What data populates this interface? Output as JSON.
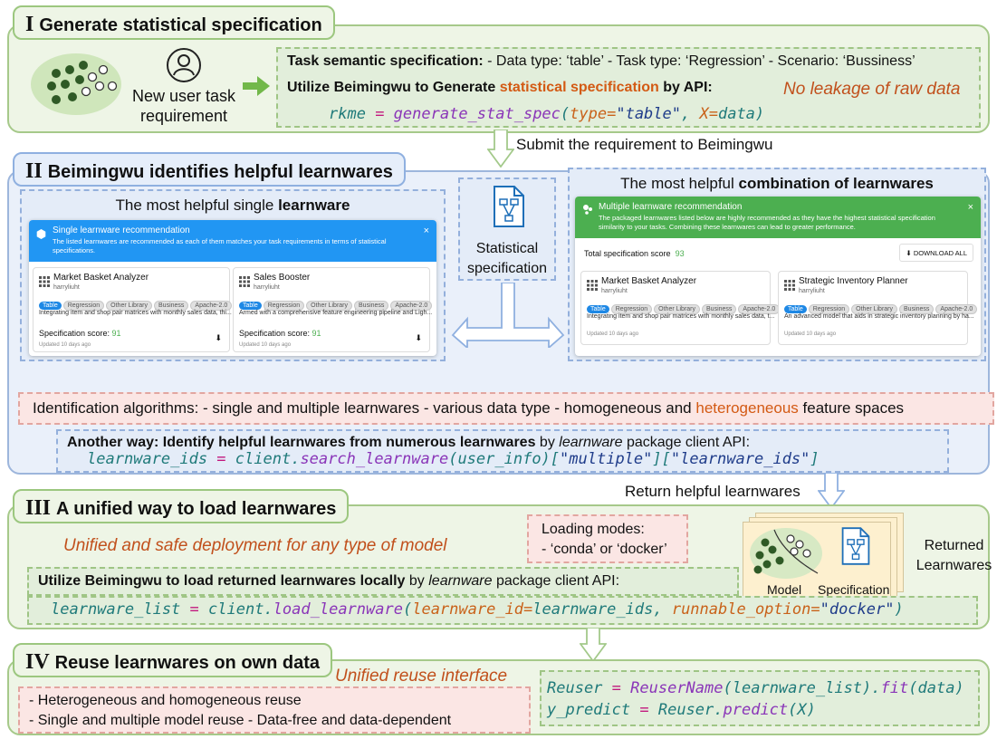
{
  "s1": {
    "roman": "I",
    "title": "Generate statistical specification",
    "user_label_1": "New user task",
    "user_label_2": "requirement",
    "spec_label": "Task semantic specification:",
    "spec_text": " - Data type: ‘table’ - Task type: ‘Regression’ - Scenario: ‘Bussiness’",
    "utilize_a": "Utilize Beimingwu to Generate ",
    "utilize_b": "statistical specification",
    "utilize_c": " by API:",
    "no_leak": "No leakage of raw data",
    "code": {
      "v": "rkme",
      "eq": " = ",
      "fn": "generate_stat_spec",
      "p1": "(",
      "a1": "type=",
      "s1": "\"table\"",
      "c": ", ",
      "a2": "X=",
      "v2": "data",
      "p2": ")"
    }
  },
  "submit_label": "Submit the requirement to Beimingwu",
  "s2": {
    "roman": "II",
    "title": "Beimingwu identifies helpful learnwares",
    "single_title_a": "The most helpful single ",
    "single_title_b": "learnware",
    "stat_spec_1": "Statistical",
    "stat_spec_2": "specification",
    "combo_title_a": "The most helpful ",
    "combo_title_b": "combination of learnwares",
    "single_banner_title": "Single learnware recommendation",
    "single_banner_sub": "The listed learnwares are recommended as each of them matches your task requirements in terms of statistical specifications.",
    "multi_banner_title": "Multiple learnware recommendation",
    "multi_banner_sub": "The packaged learnwares listed below are highly recommended as they have the highest statistical specification similarity to your tasks. Combining these learnwares can lead to greater performance.",
    "total_score_label": "Total specification score",
    "total_score": "93",
    "download_all": "DOWNLOAD ALL",
    "close": "×",
    "single_cards": [
      {
        "name": "Market Basket Analyzer",
        "author": "harryliuht",
        "desc": "Integrating item and shop pair matrices with monthly sales data, thi...",
        "score_label": "Specification score: ",
        "score": "91",
        "updated": "Updated 10 days ago"
      },
      {
        "name": "Sales Booster",
        "author": "harryliuht",
        "desc": "Armed with a comprehensive feature engineering pipeline and Ligh...",
        "score_label": "Specification score: ",
        "score": "91",
        "updated": "Updated 10 days ago"
      }
    ],
    "multi_cards": [
      {
        "name": "Market Basket Analyzer",
        "author": "harryliuht",
        "desc": "Integrating item and shop pair matrices with monthly sales data, t...",
        "updated": "Updated 10 days ago"
      },
      {
        "name": "Strategic Inventory Planner",
        "author": "harryliuht",
        "desc": "An advanced model that aids in strategic inventory planning by ha...",
        "updated": "Updated 10 days ago"
      }
    ],
    "tags": [
      "Table",
      "Regression",
      "Other Library",
      "Business",
      "Apache-2.0"
    ],
    "ident_a": "Identification algorithms: -  single and multiple learnwares  - various data type  - homogeneous and ",
    "ident_b": "heterogeneous",
    "ident_c": " feature spaces",
    "another_a": "Another way: Identify helpful learnwares from numerous learnwares",
    "another_b": " by ",
    "another_c": "learnware",
    "another_d": " package client API:",
    "code": {
      "v": "learnware_ids",
      "eq": " = ",
      "obj": "client.",
      "fn": "search_learnware",
      "rest": "(user_info)[",
      "s1": "\"multiple\"",
      "mid": "][",
      "s2": "\"learnware_ids\"",
      "end": "]"
    }
  },
  "return_label": "Return helpful learnwares",
  "s3": {
    "roman": "III",
    "title": "A unified way to load learnwares",
    "unified": "Unified and safe deployment for any type of model",
    "modes_title": "Loading modes:",
    "modes_text": "- ‘conda’ or  ‘docker’",
    "utilize_a": "Utilize Beimingwu to load returned learnwares locally",
    "utilize_b": " by ",
    "utilize_c": "learnware",
    "utilize_d": " package client API:",
    "model_label": "Model",
    "spec_label": "Specification",
    "returned_1": "Returned",
    "returned_2": "Learnwares",
    "code": {
      "v": "learnware_list",
      "eq": " = ",
      "obj": "client.",
      "fn": "load_learnware",
      "p1": "(",
      "a1": "learnware_id=",
      "v2": "learnware_ids",
      "c": ", ",
      "a2": "runnable_option=",
      "s1": "\"docker\"",
      "p2": ")"
    }
  },
  "s4": {
    "roman": "IV",
    "title": "Reuse learnwares on own data",
    "unified": "Unified reuse interface",
    "line1": "- Heterogeneous and homogeneous reuse",
    "line2": "- Single and multiple model reuse   - Data-free and data-dependent",
    "code1": {
      "v": "Reuser",
      "eq": " = ",
      "fn": "ReuserName",
      "p1": "(",
      "a": "learnware_list",
      "p2": ").",
      "fn2": "fit",
      "p3": "(data)"
    },
    "code2": {
      "v": "y_predict",
      "eq": " = ",
      "obj": "Reuser.",
      "fn": "predict",
      "p": "(X)"
    }
  }
}
